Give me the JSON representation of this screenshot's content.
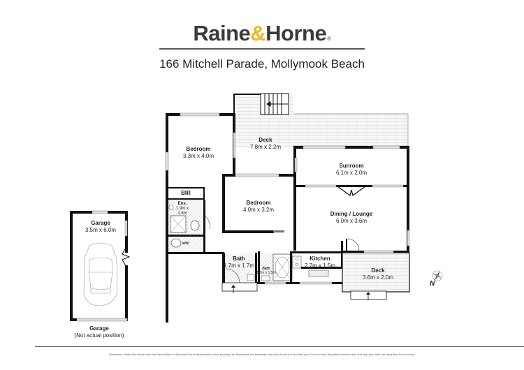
{
  "header": {
    "brand_part1": "Raine",
    "brand_amp": "&",
    "brand_part2": "Horne",
    "brand_reg": "®",
    "brand_accent_color": "#f2b51f",
    "address": "166 Mitchell Parade, Mollymook Beach"
  },
  "rooms": {
    "deck_main": {
      "name": "Deck",
      "dims": "7.8m x 2.2m"
    },
    "bedroom1": {
      "name": "Bedroom",
      "dims": "3.3m x 4.0m"
    },
    "sunroom": {
      "name": "Sunroom",
      "dims": "6.1m x 2.0m"
    },
    "bir": {
      "name": "BIR"
    },
    "ensuite": {
      "name": "Ens.",
      "dims_line1": "1.9m x",
      "dims_line2": "1.8m"
    },
    "bedroom2": {
      "name": "Bedroom",
      "dims": "4.0m x 3.2m"
    },
    "dining": {
      "name": "Dining / Lounge",
      "dims": "6.0m x 3.6m"
    },
    "wc": {
      "name": "w/c"
    },
    "bath1": {
      "name": "Bath",
      "dims": "1.7m x 1.7m"
    },
    "bath2": {
      "name": "Bath",
      "dims": "1.8m x 1.5m"
    },
    "kitchen": {
      "name": "Kitchen",
      "dims": "2.7m x 1.5m"
    },
    "deck_small": {
      "name": "Deck",
      "dims": "3.6m x 2.0m"
    },
    "garage": {
      "name": "Garage",
      "dims": "3.5m x 6.0m"
    }
  },
  "garage_caption": {
    "line1": "Garage",
    "line2": "(Not actual position)"
  },
  "compass": {
    "label": "N"
  },
  "footer": {
    "disclaimer": "Disclaimer: Whilst the utmost care has been taken to document the measurements of the property, all dimensions are estimates only and should not be relied upon for accuracy. All parties should make and rely upon their own enquiries for accuracy."
  }
}
